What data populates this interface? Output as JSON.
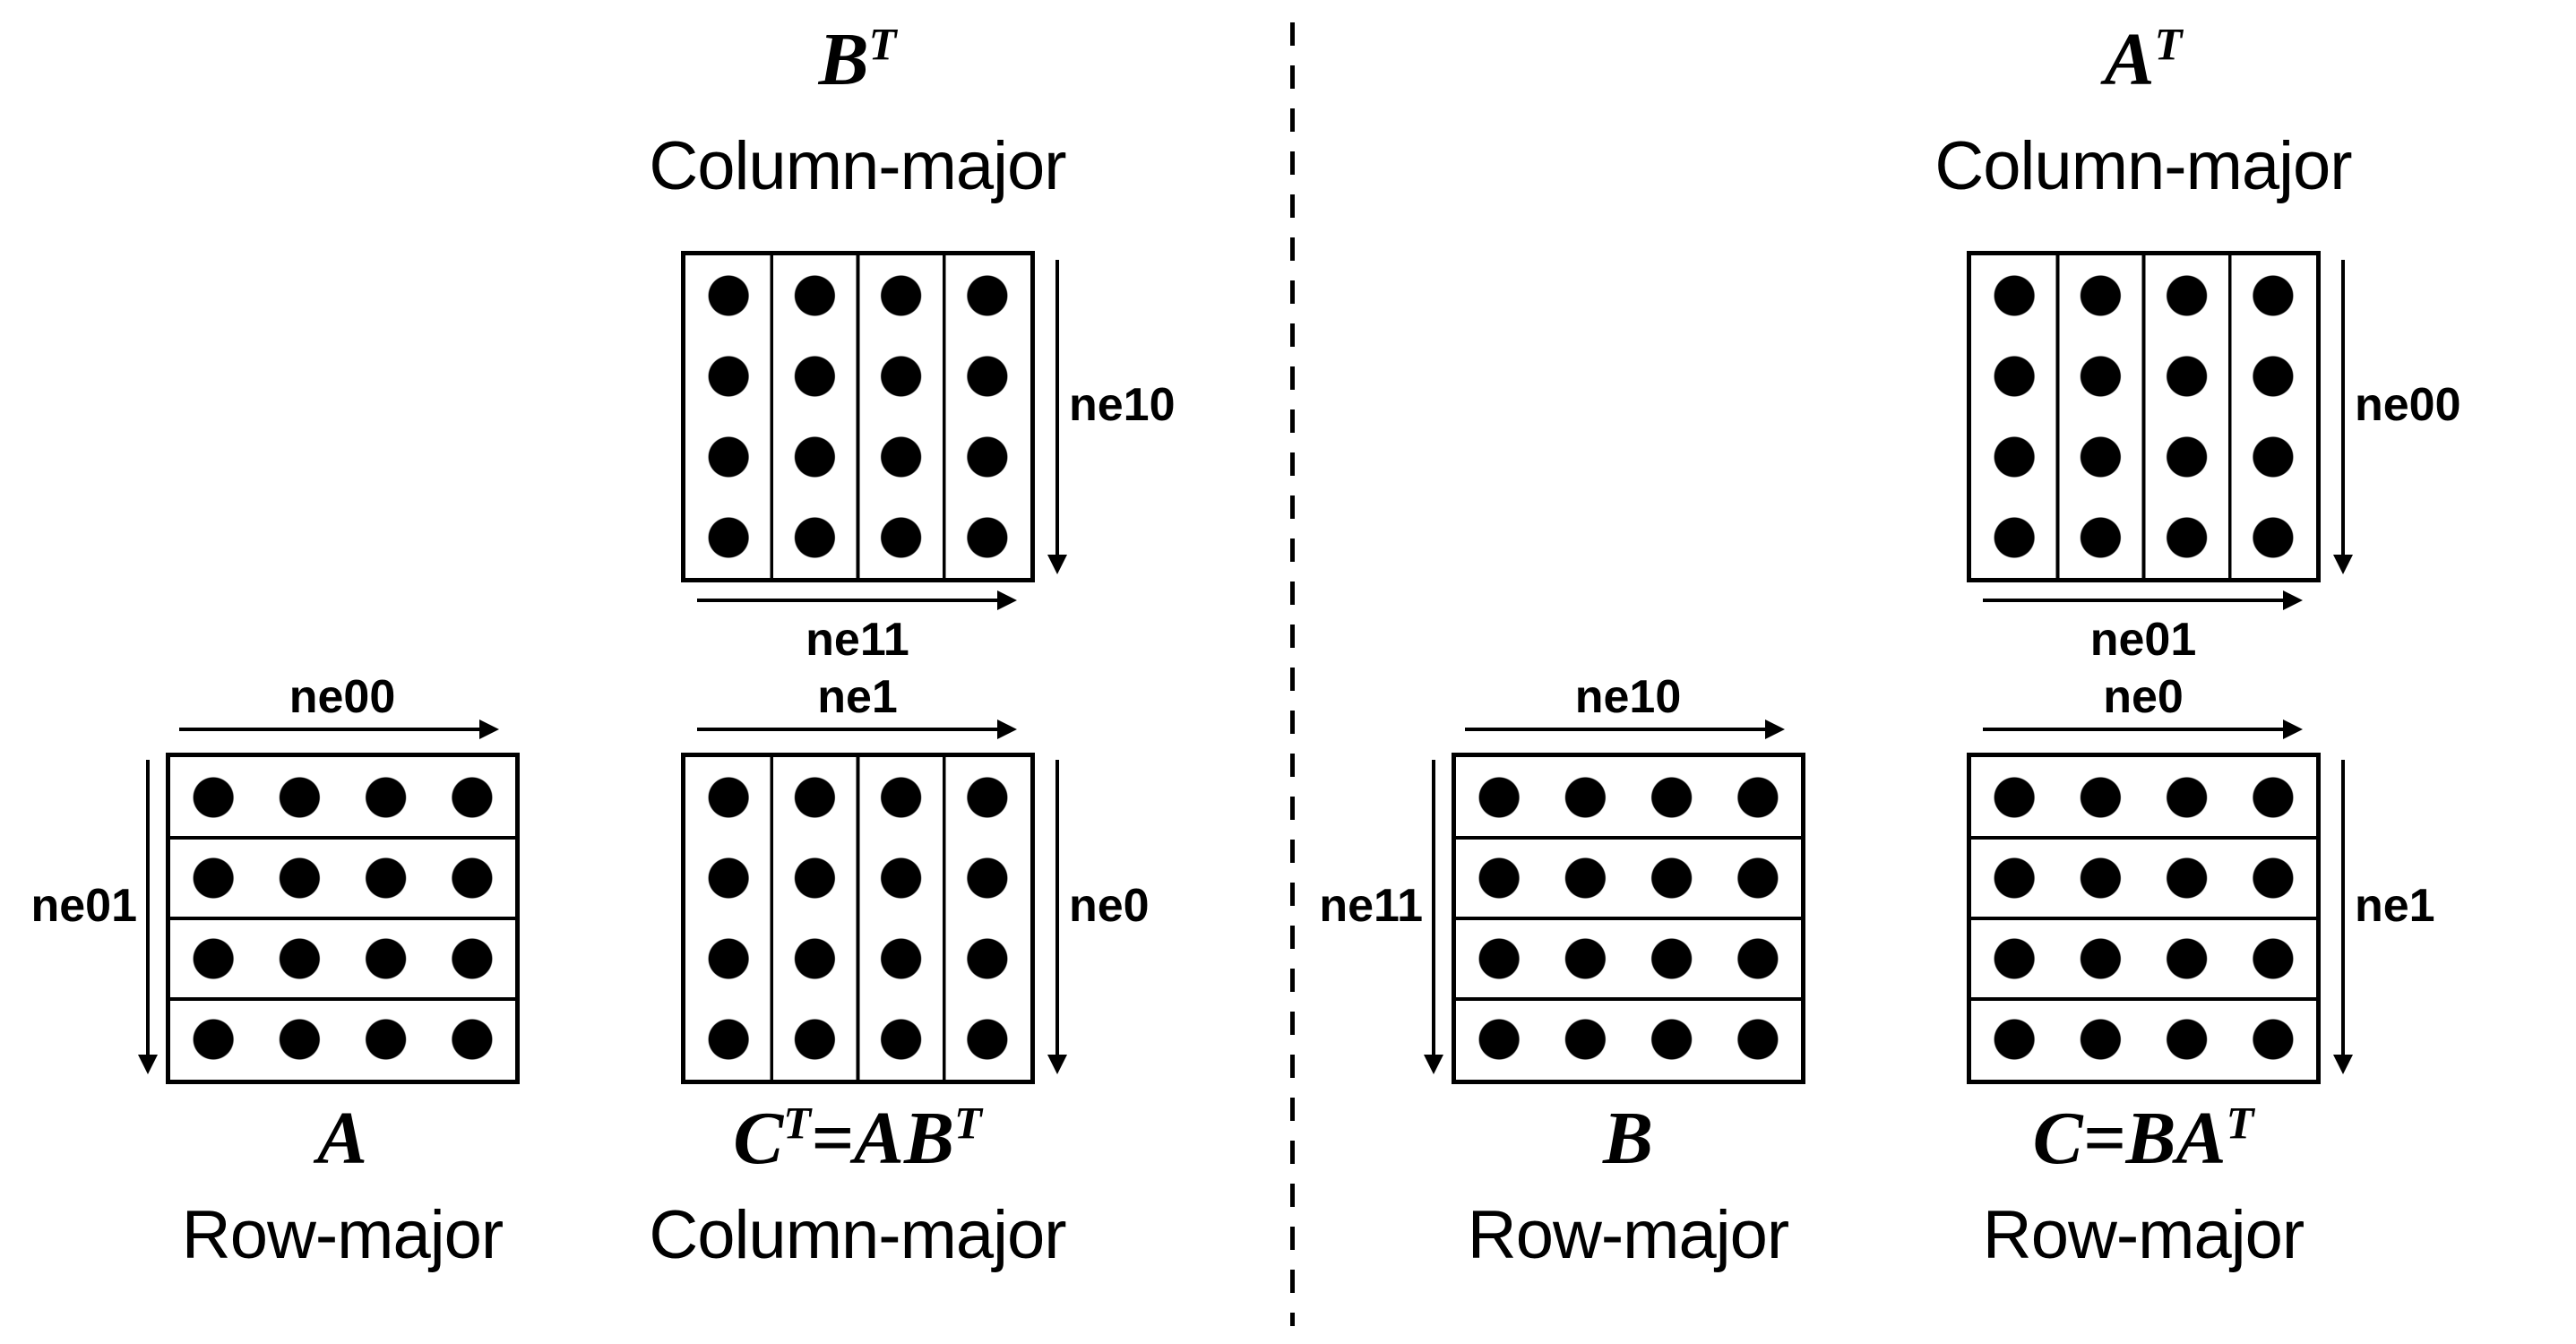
{
  "colors": {
    "ink": "#000000",
    "background": "#ffffff"
  },
  "grid": {
    "rows": 4,
    "cols": 4
  },
  "left": {
    "top": {
      "title": {
        "p1": "B",
        "s1": "T"
      },
      "layout": "Column-major",
      "side_label": "ne10",
      "bottom_label": "ne11"
    },
    "bottom_left": {
      "top_label": "ne00",
      "side_label": "ne01",
      "name": {
        "p1": "A"
      },
      "layout": "Row-major"
    },
    "bottom_right": {
      "top_label": "ne1",
      "side_label": "ne0",
      "name": {
        "p1": "C",
        "s1": "T",
        "p2": "=AB",
        "s2": "T"
      },
      "layout": "Column-major"
    }
  },
  "right": {
    "top": {
      "title": {
        "p1": "A",
        "s1": "T"
      },
      "layout": "Column-major",
      "side_label": "ne00",
      "bottom_label": "ne01"
    },
    "bottom_left": {
      "top_label": "ne10",
      "side_label": "ne11",
      "name": {
        "p1": "B"
      },
      "layout": "Row-major"
    },
    "bottom_right": {
      "top_label": "ne0",
      "side_label": "ne1",
      "name": {
        "p1": "C=BA",
        "s1": "T"
      },
      "layout": "Row-major"
    }
  }
}
